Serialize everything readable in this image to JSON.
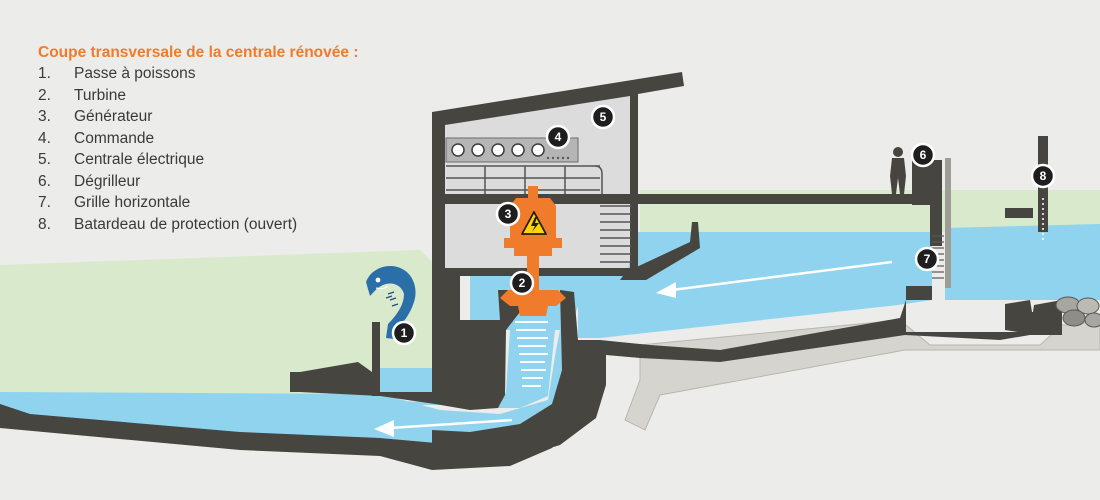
{
  "legend": {
    "title": "Coupe transversale de la centrale rénovée :",
    "items": [
      {
        "number": "1.",
        "label": "Passe à poissons"
      },
      {
        "number": "2.",
        "label": "Turbine"
      },
      {
        "number": "3.",
        "label": "Générateur"
      },
      {
        "number": "4.",
        "label": "Commande"
      },
      {
        "number": "5.",
        "label": "Centrale électrique"
      },
      {
        "number": "6.",
        "label": "Dégrilleur"
      },
      {
        "number": "7.",
        "label": "Grille horizontale"
      },
      {
        "number": "8.",
        "label": "Batardeau de protection (ouvert)"
      }
    ]
  },
  "markers": [
    "1",
    "2",
    "3",
    "4",
    "5",
    "6",
    "7",
    "8"
  ],
  "icons": {
    "fish": "fish-icon",
    "generator": "lightning-warning-icon",
    "person": "person-silhouette-icon"
  },
  "colors": {
    "concrete": "#474540",
    "water": "#8fd3ef",
    "grass": "#d8e9cc",
    "building": "#dcdcdc",
    "turbine": "#f07b2a",
    "fish": "#2b6fa8",
    "legend_title": "#f07b2a"
  }
}
